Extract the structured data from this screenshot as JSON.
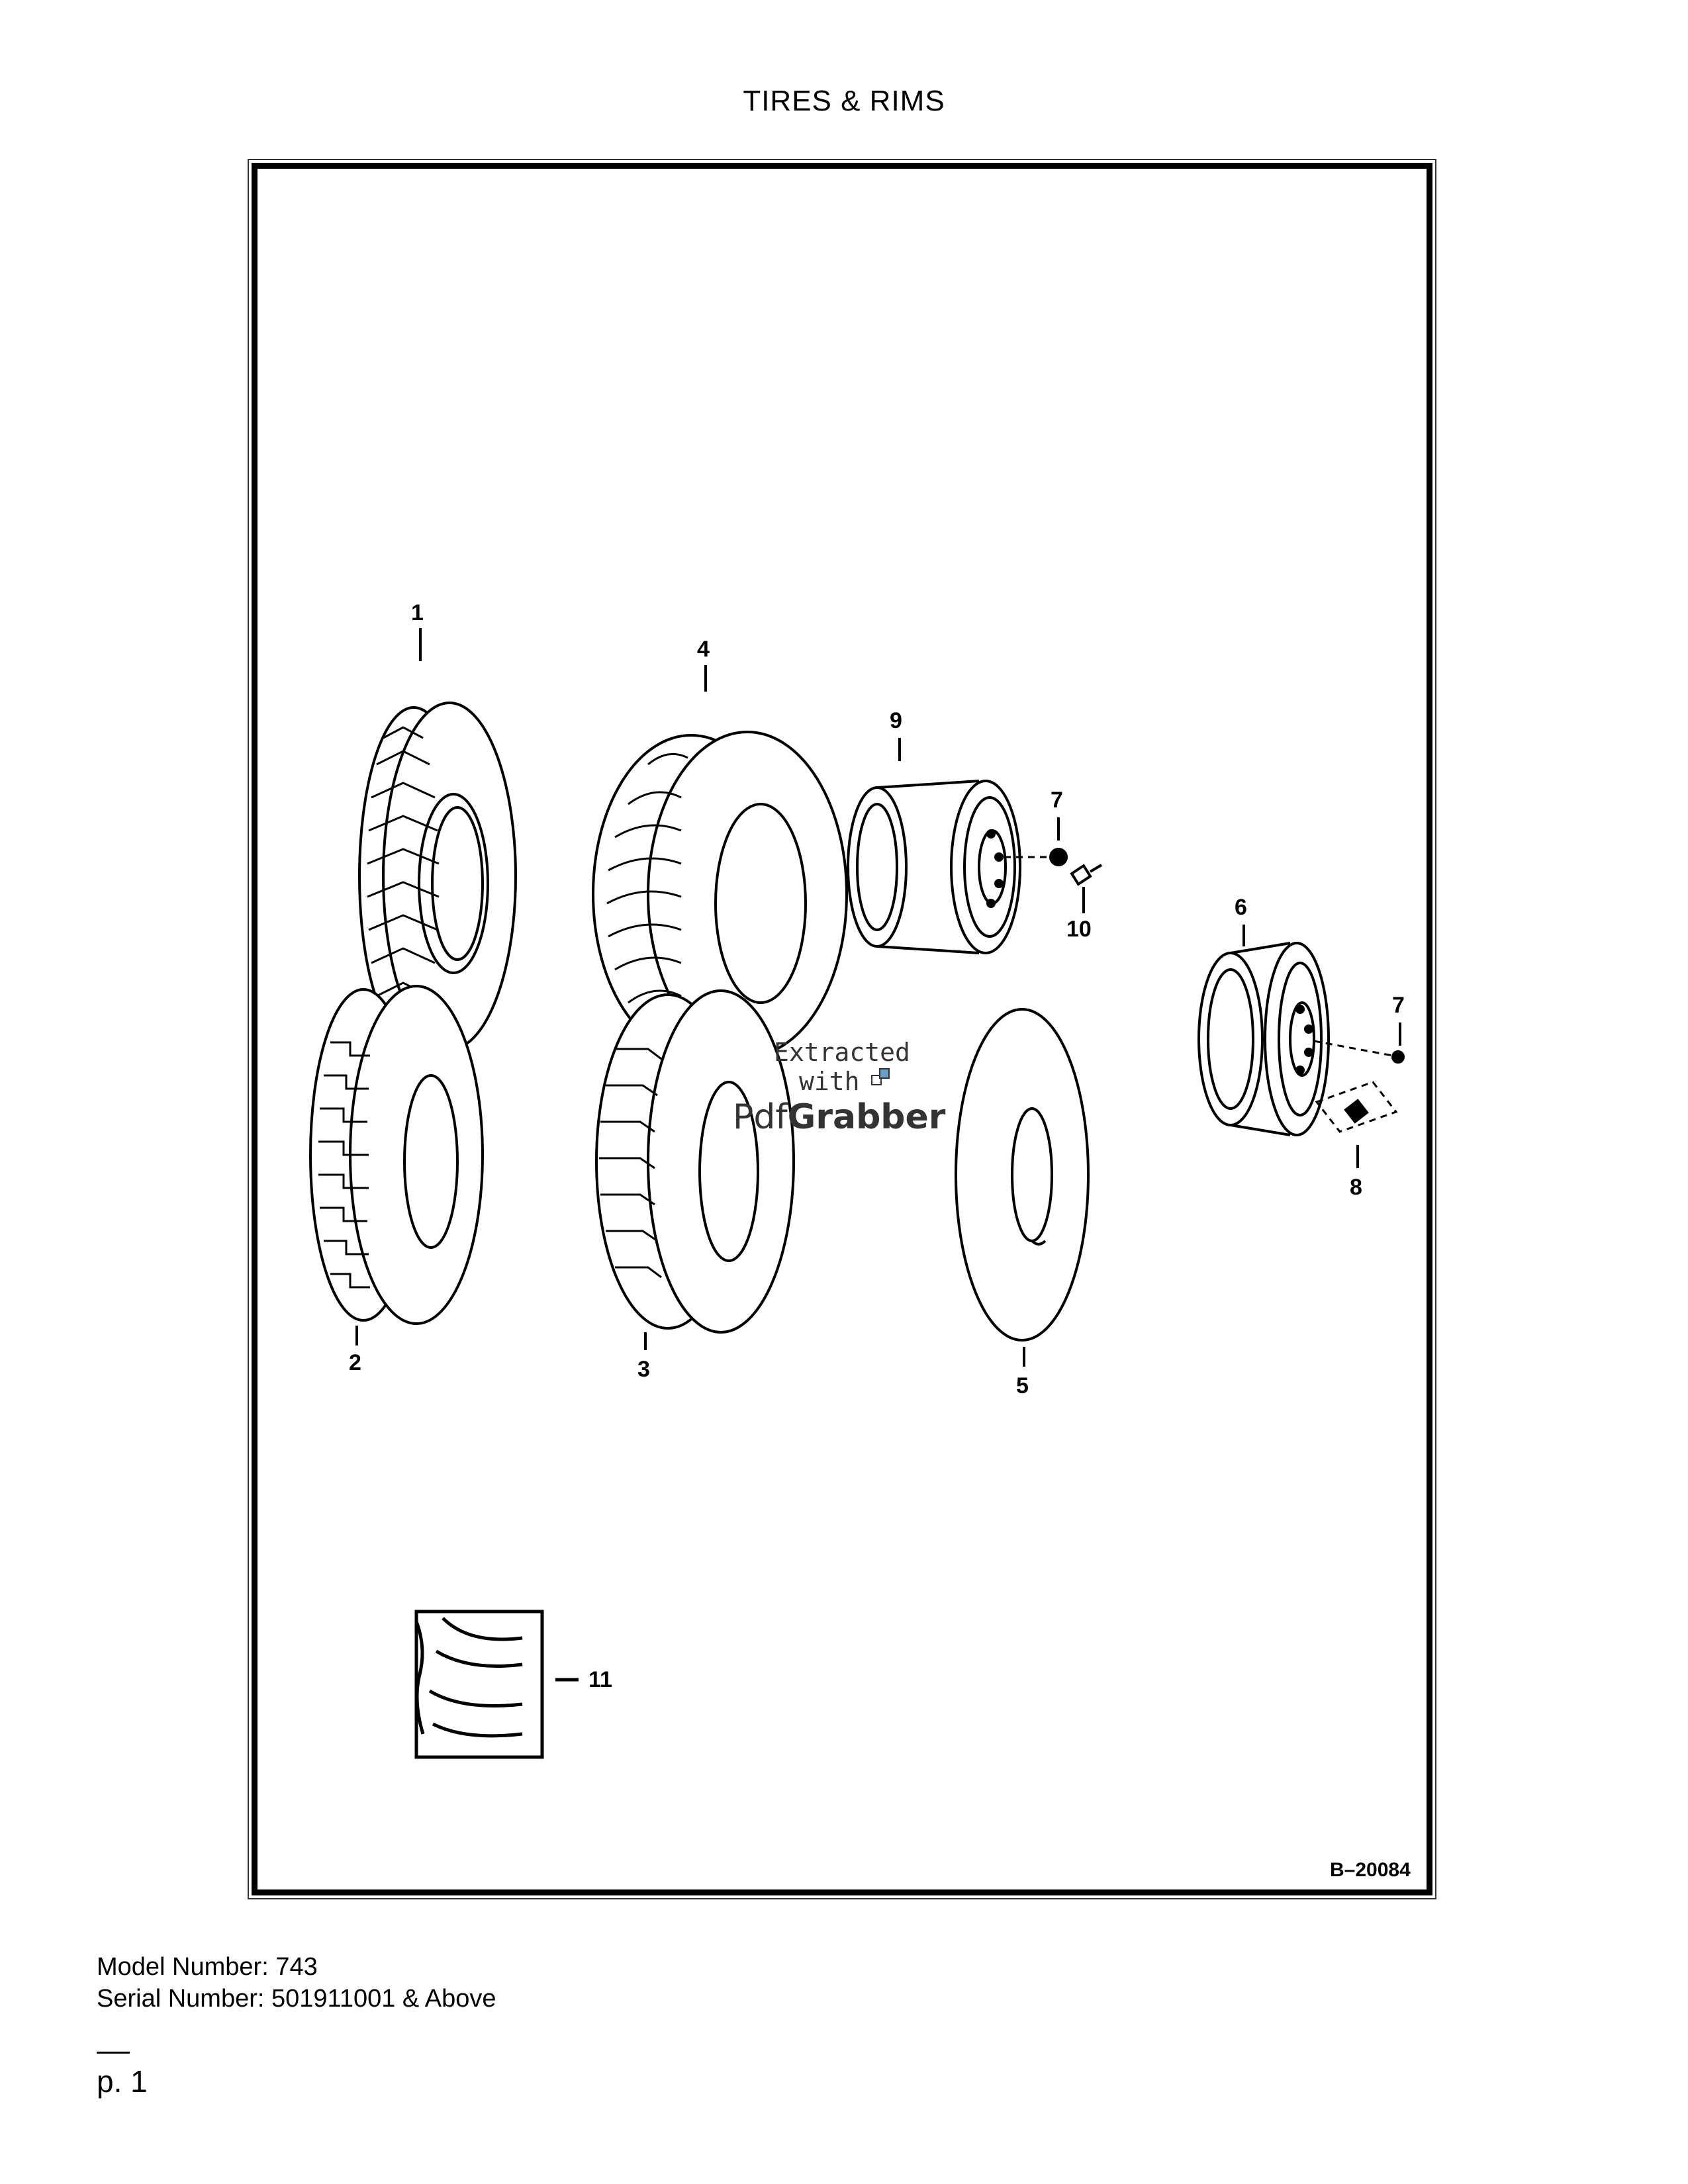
{
  "title": "TIRES & RIMS",
  "callouts": {
    "c1": "1",
    "c2": "2",
    "c3": "3",
    "c4": "4",
    "c5": "5",
    "c6": "6",
    "c7a": "7",
    "c7b": "7",
    "c8": "8",
    "c9": "9",
    "c10": "10",
    "c11": "11"
  },
  "drawing_ref": "B–20084",
  "watermark": {
    "line1": "Extracted",
    "line2": "with",
    "line3_a": "Pdf",
    "line3_b": "Grabber"
  },
  "footer": {
    "model": "Model Number: 743",
    "serial": "Serial Number: 501911001 & Above",
    "page": "p. 1"
  }
}
